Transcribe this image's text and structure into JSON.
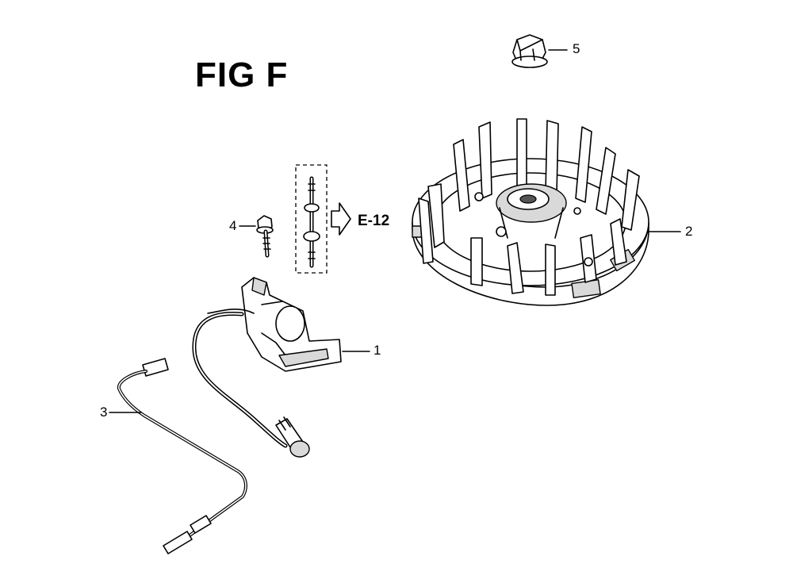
{
  "figure": {
    "title": "FIG F",
    "reference": "E-12"
  },
  "callouts": [
    {
      "id": "1",
      "part": "ignition-coil"
    },
    {
      "id": "2",
      "part": "flywheel"
    },
    {
      "id": "3",
      "part": "stop-switch-wire"
    },
    {
      "id": "4",
      "part": "bolt"
    },
    {
      "id": "5",
      "part": "flange-nut"
    }
  ]
}
